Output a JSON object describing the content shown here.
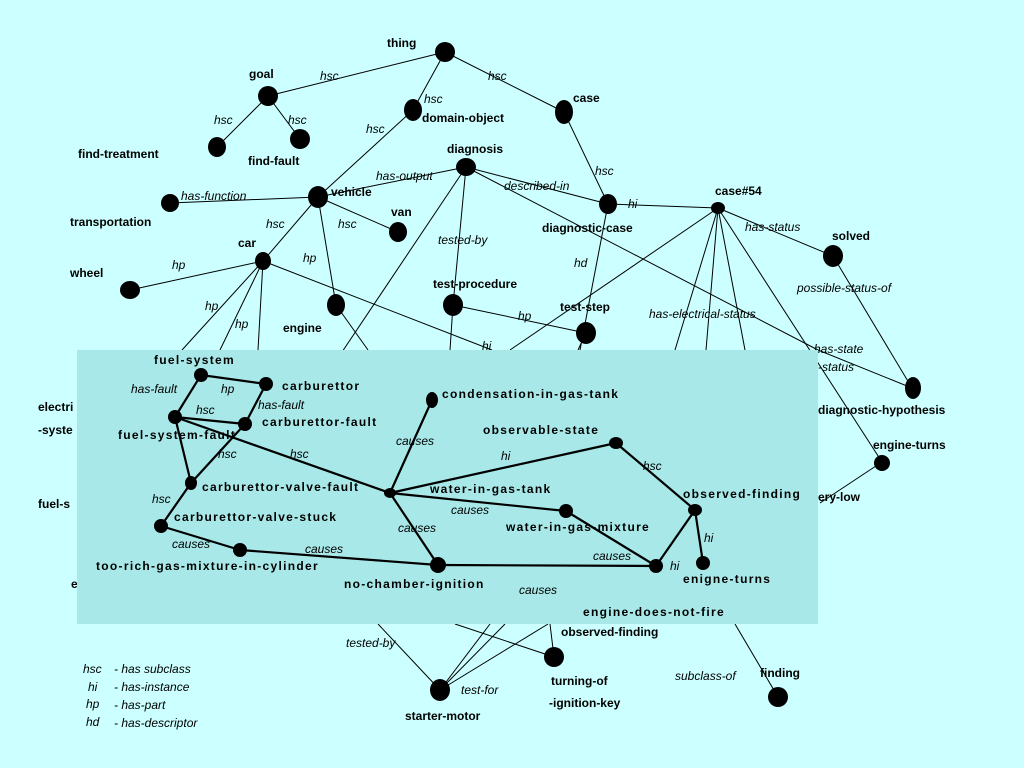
{
  "background_color": "#ccffff",
  "inset_color": "#a8e8e8",
  "outer_nodes": [
    {
      "id": "thing",
      "label": "thing"
    },
    {
      "id": "goal",
      "label": "goal"
    },
    {
      "id": "case",
      "label": "case"
    },
    {
      "id": "domain-object",
      "label": "domain-object"
    },
    {
      "id": "find-treatment",
      "label": "find-treatment"
    },
    {
      "id": "find-fault",
      "label": "find-fault"
    },
    {
      "id": "diagnosis",
      "label": "diagnosis"
    },
    {
      "id": "transportation",
      "label": "transportation"
    },
    {
      "id": "vehicle",
      "label": "vehicle"
    },
    {
      "id": "van",
      "label": "van"
    },
    {
      "id": "diagnostic-case",
      "label": "diagnostic-case"
    },
    {
      "id": "case54",
      "label": "case#54"
    },
    {
      "id": "car",
      "label": "car"
    },
    {
      "id": "solved",
      "label": "solved"
    },
    {
      "id": "wheel",
      "label": "wheel"
    },
    {
      "id": "test-procedure",
      "label": "test-procedure"
    },
    {
      "id": "engine",
      "label": "engine"
    },
    {
      "id": "test-step",
      "label": "test-step"
    },
    {
      "id": "electri",
      "label": "electri"
    },
    {
      "id": "syste",
      "label": "-syste"
    },
    {
      "id": "diagnostic-hypothesis",
      "label": "diagnostic-hypothesis"
    },
    {
      "id": "engine-turns-outer",
      "label": "engine-turns"
    },
    {
      "id": "fuel-s",
      "label": "fuel-s"
    },
    {
      "id": "ery-low",
      "label": "ery-low"
    },
    {
      "id": "e",
      "label": "e"
    },
    {
      "id": "observed-finding",
      "label": "observed-finding"
    },
    {
      "id": "turning-of",
      "label": "turning-of"
    },
    {
      "id": "ignition-key",
      "label": "-ignition-key"
    },
    {
      "id": "finding",
      "label": "finding"
    },
    {
      "id": "starter-motor",
      "label": "starter-motor"
    }
  ],
  "outer_relations": [
    "hsc",
    "hsc",
    "hsc",
    "hsc",
    "hsc",
    "hsc",
    "has-output",
    "described-in",
    "hsc",
    "has-function",
    "hi",
    "has-status",
    "hsc",
    "hsc",
    "tested-by",
    "hd",
    "hp",
    "hp",
    "possible-status-of",
    "hp",
    "hp",
    "hp",
    "has-electrical-status",
    "hi",
    "has-state",
    "-status",
    "tested-by",
    "test-for",
    "subclass-of"
  ],
  "inset_nodes": [
    {
      "id": "fuel-system",
      "label": "fuel-system"
    },
    {
      "id": "carburettor",
      "label": "carburettor"
    },
    {
      "id": "condensation",
      "label": "condensation-in-gas-tank"
    },
    {
      "id": "fuel-system-fault",
      "label": "fuel-system-fault"
    },
    {
      "id": "carburettor-fault",
      "label": "carburettor-fault"
    },
    {
      "id": "observable-state",
      "label": "observable-state"
    },
    {
      "id": "carburettor-valve-fault",
      "label": "carburettor-valve-fault"
    },
    {
      "id": "water-in-gas-tank",
      "label": "water-in-gas-tank"
    },
    {
      "id": "observed-finding-inset",
      "label": "observed-finding"
    },
    {
      "id": "carburettor-valve-stuck",
      "label": "carburettor-valve-stuck"
    },
    {
      "id": "water-in-gas-mixture",
      "label": "water-in-gas-mixture"
    },
    {
      "id": "too-rich",
      "label": "too-rich-gas-mixture-in-cylinder"
    },
    {
      "id": "enigne-turns",
      "label": "enigne-turns"
    },
    {
      "id": "no-chamber-ignition",
      "label": "no-chamber-ignition"
    },
    {
      "id": "engine-does-not-fire",
      "label": "engine-does-not-fire"
    }
  ],
  "inset_relations": [
    "has-fault",
    "hp",
    "hsc",
    "has-fault",
    "causes",
    "hsc",
    "hsc",
    "hi",
    "hsc",
    "hsc",
    "causes",
    "causes",
    "hi",
    "causes",
    "causes",
    "hi",
    "causes"
  ],
  "legend": [
    {
      "abbr": "hsc",
      "desc": "- has subclass"
    },
    {
      "abbr": "hi",
      "desc": "- has-instance"
    },
    {
      "abbr": "hp",
      "desc": "- has-part"
    },
    {
      "abbr": "hd",
      "desc": "- has-descriptor"
    }
  ]
}
